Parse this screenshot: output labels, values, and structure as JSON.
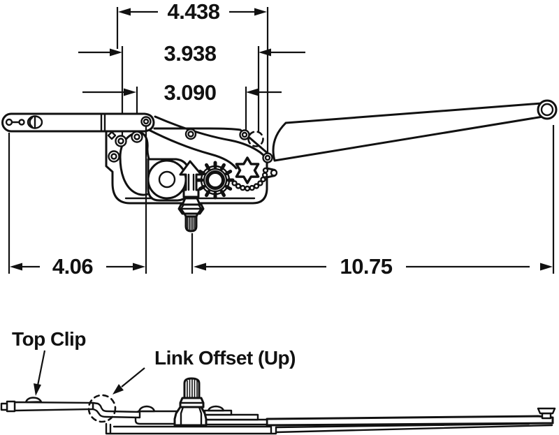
{
  "dimensions": {
    "top_width_outer": "4.438",
    "top_width_mid": "3.938",
    "top_width_inner": "3.090",
    "bottom_link": "4.06",
    "bottom_handle": "10.75"
  },
  "labels": {
    "top_clip": "Top Clip",
    "link_offset": "Link Offset (Up)"
  },
  "colors": {
    "line": "#111111",
    "background": "#ffffff"
  }
}
